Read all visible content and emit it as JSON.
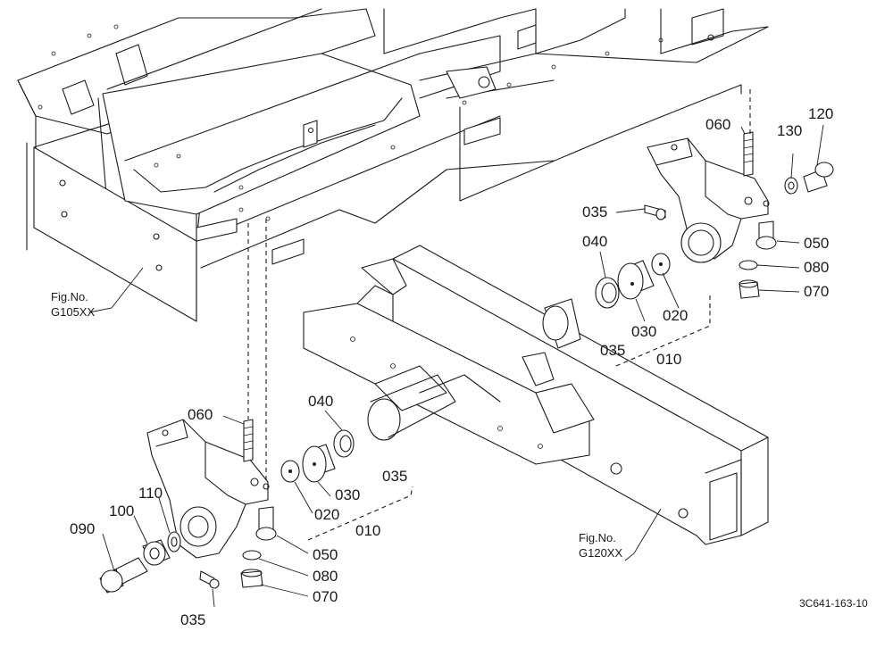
{
  "figure_id": "3C641-163-10",
  "figure_refs": [
    {
      "line1": "Fig.No.",
      "line2": "G105XX"
    },
    {
      "line1": "Fig.No.",
      "line2": "G120XX"
    }
  ],
  "labels": {
    "left_060": "060",
    "left_040": "040",
    "left_035_top": "035",
    "left_030": "030",
    "left_020": "020",
    "left_010": "010",
    "left_050": "050",
    "left_080": "080",
    "left_070": "070",
    "left_110": "110",
    "left_100": "100",
    "left_090": "090",
    "left_035_bottom": "035",
    "right_060": "060",
    "right_130": "130",
    "right_120": "120",
    "right_035_bolt": "035",
    "right_040": "040",
    "right_050": "050",
    "right_080": "080",
    "right_070": "070",
    "right_030": "030",
    "right_020": "020",
    "right_035_bottom": "035",
    "right_010": "010"
  }
}
